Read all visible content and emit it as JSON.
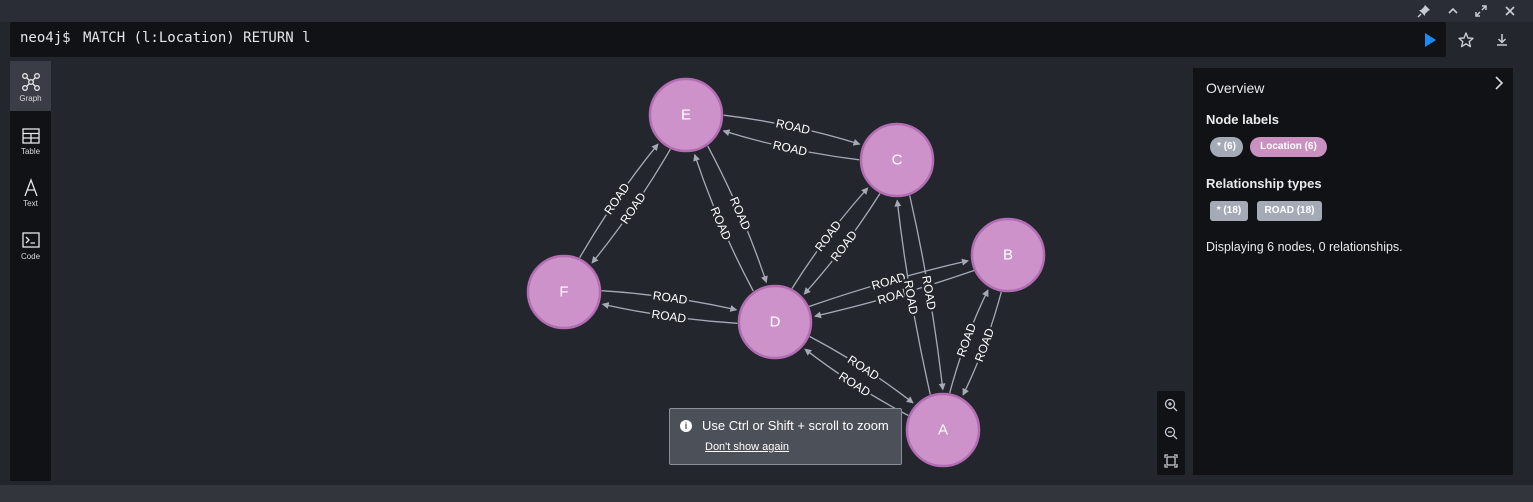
{
  "editor": {
    "prompt": "neo4j$",
    "query": "MATCH (l:Location) RETURN l"
  },
  "window_controls": [
    "pin-icon",
    "collapse-icon",
    "expand-icon",
    "close-icon"
  ],
  "toolbar": [
    "run-icon",
    "star-icon",
    "download-icon"
  ],
  "sidebar": {
    "items": [
      {
        "label": "Graph",
        "icon": "graph-icon"
      },
      {
        "label": "Table",
        "icon": "table-icon"
      },
      {
        "label": "Text",
        "icon": "text-icon"
      },
      {
        "label": "Code",
        "icon": "code-icon"
      }
    ]
  },
  "graph": {
    "node_color": "#cc92c9",
    "node_border": "#b36db3",
    "edge_color": "#a5abb6",
    "nodes": [
      "A",
      "B",
      "C",
      "D",
      "E",
      "F"
    ],
    "relationship_label": "ROAD"
  },
  "toast": {
    "message": "Use Ctrl or Shift + scroll to zoom",
    "link": "Don't show again"
  },
  "overview": {
    "title": "Overview",
    "node_labels_heading": "Node labels",
    "node_labels": [
      {
        "text": "* (6)",
        "color": "#a5abb6"
      },
      {
        "text": "Location (6)",
        "color": "#c990c0"
      }
    ],
    "relationship_types_heading": "Relationship types",
    "relationship_types": [
      {
        "text": "* (18)",
        "color": "#a5abb6"
      },
      {
        "text": "ROAD (18)",
        "color": "#a5abb6"
      }
    ],
    "status": "Displaying 6 nodes, 0 relationships."
  }
}
